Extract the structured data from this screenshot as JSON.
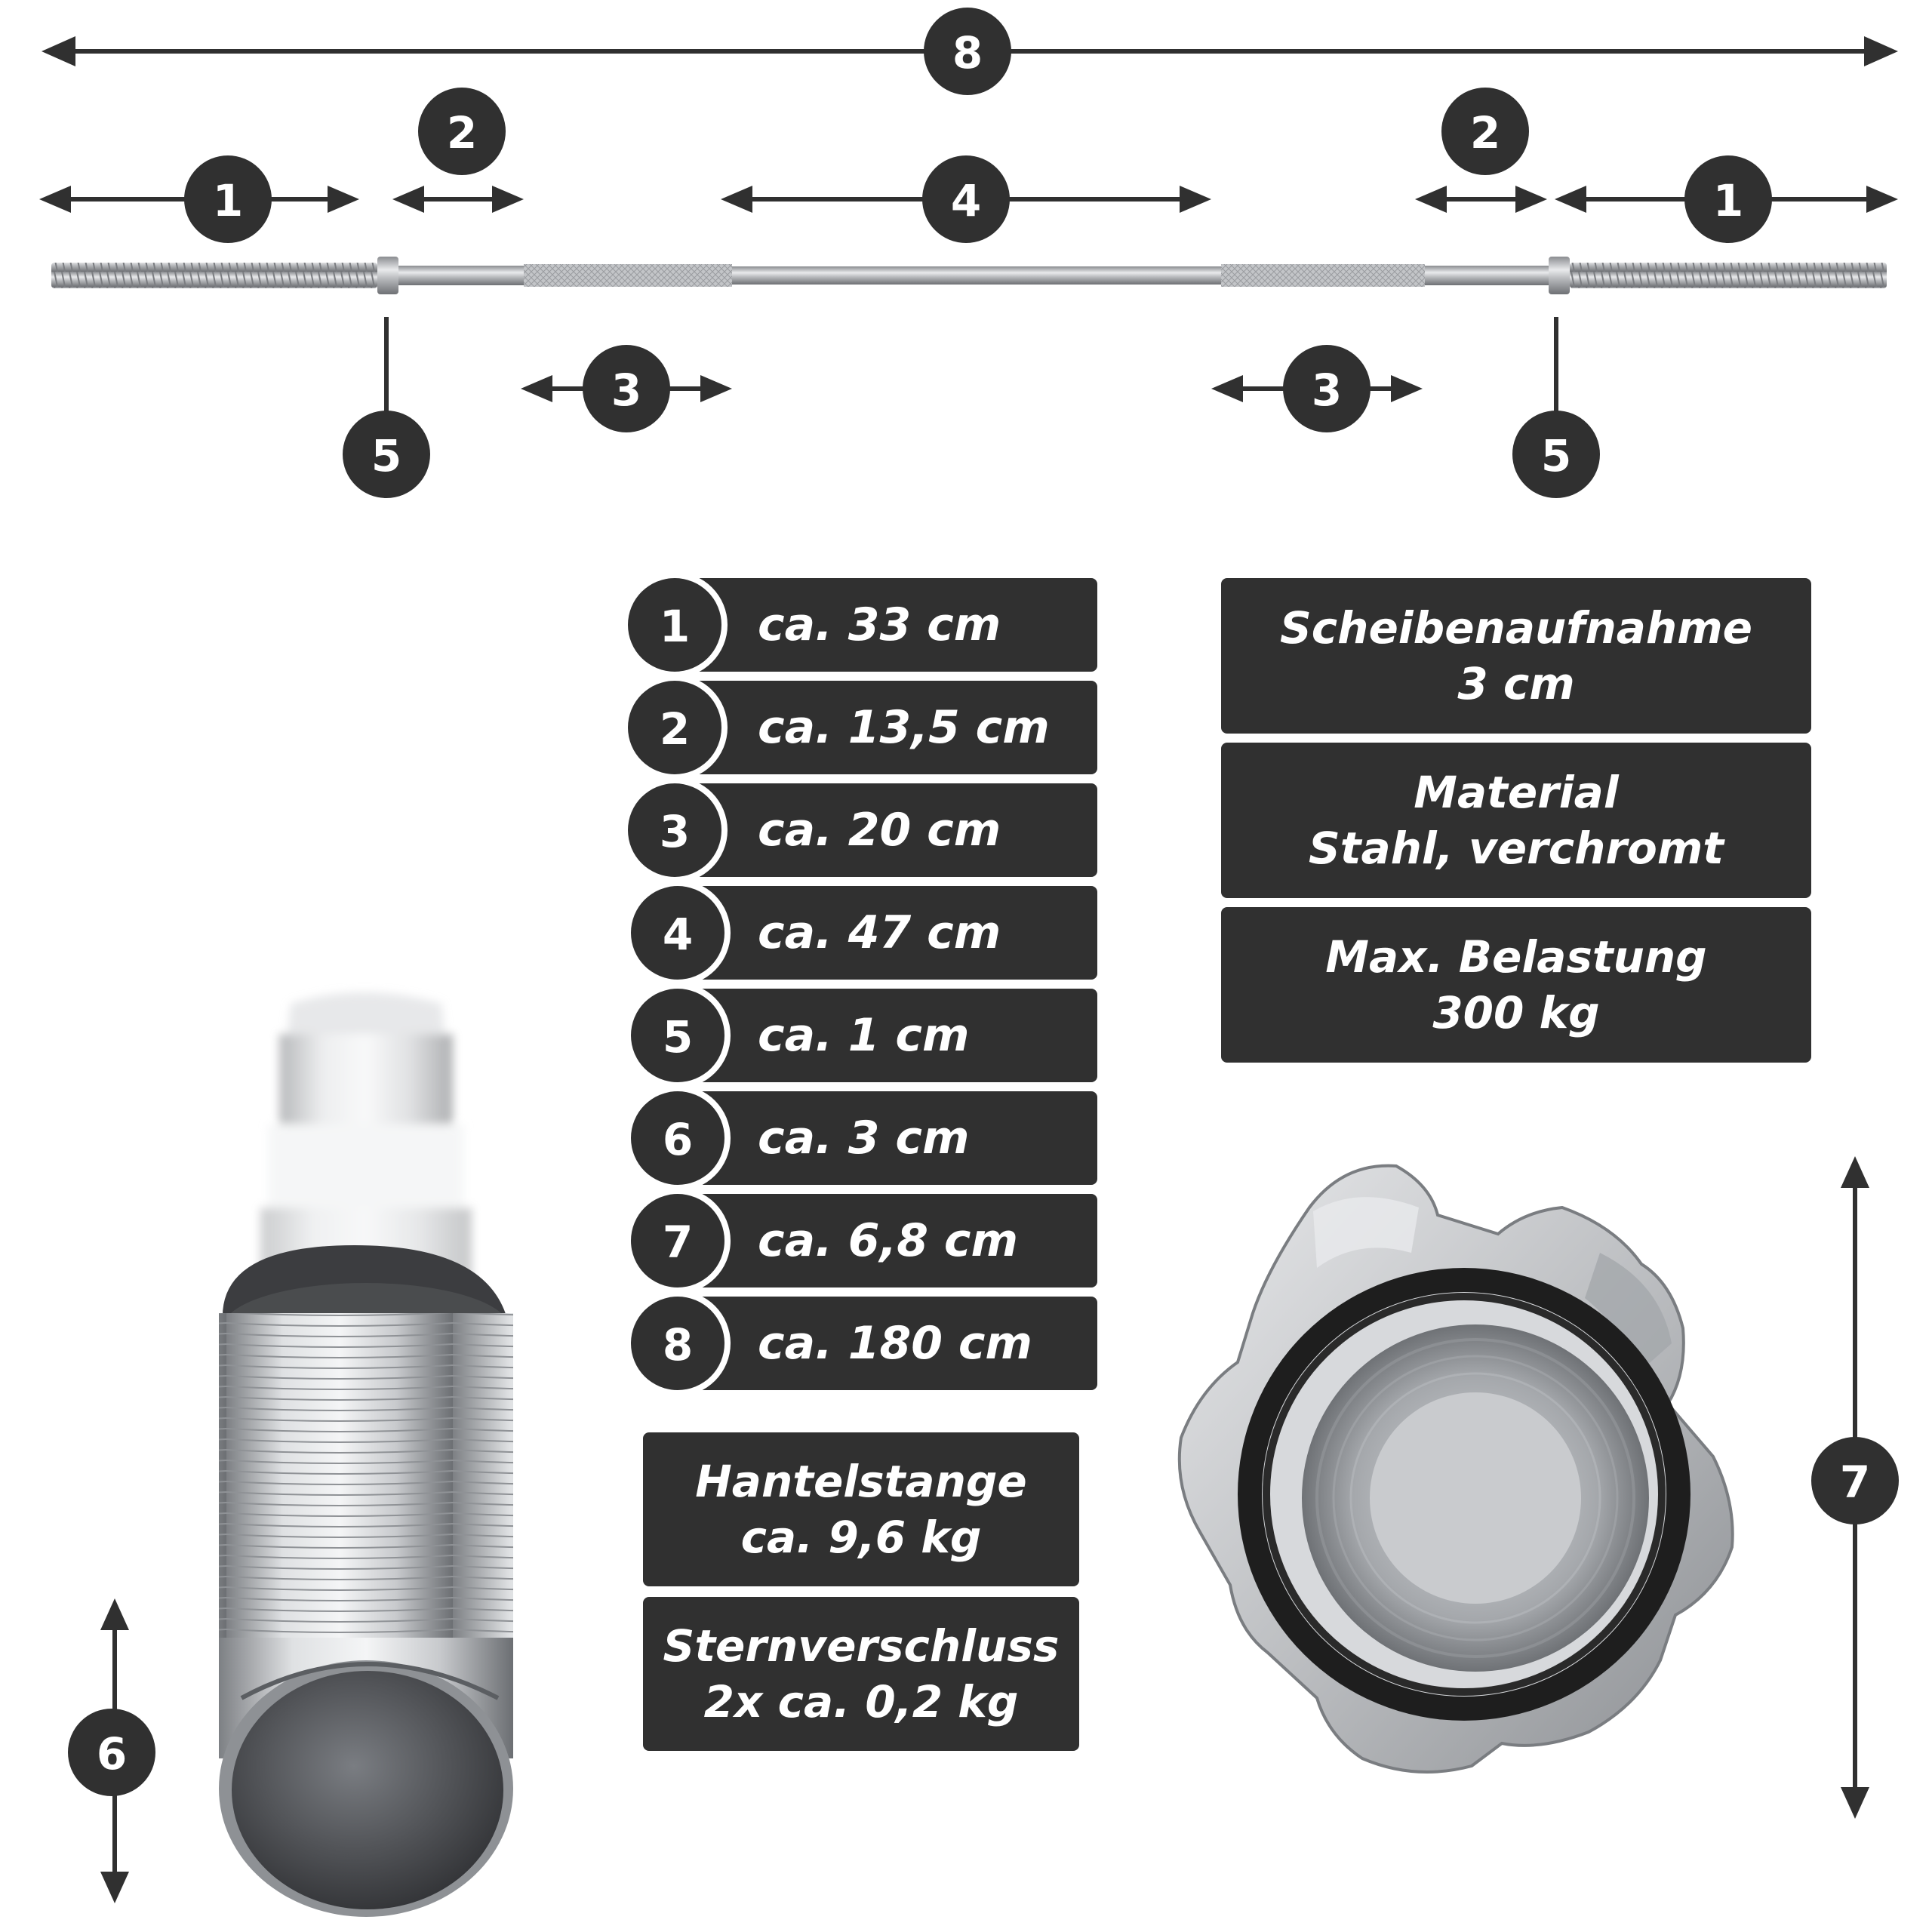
{
  "colors": {
    "dark": "#303030",
    "chrome": "#b7b9bc",
    "chrome_dark": "#7c7f83",
    "rubber": "#1e1e1e"
  },
  "markers": {
    "overall": "8",
    "sleeve_thread": "1",
    "sleeve_plain": "2",
    "knurl_section": "3",
    "center_section": "4",
    "collar_ring": "5",
    "diameter": "6",
    "collar_diameter": "7"
  },
  "legend": [
    {
      "num": "1",
      "text": "ca. 33 cm"
    },
    {
      "num": "2",
      "text": "ca. 13,5 cm"
    },
    {
      "num": "3",
      "text": "ca. 20 cm"
    },
    {
      "num": "4",
      "text": "ca. 47 cm"
    },
    {
      "num": "5",
      "text": "ca. 1 cm"
    },
    {
      "num": "6",
      "text": "ca. 3 cm"
    },
    {
      "num": "7",
      "text": "ca. 6,8 cm"
    },
    {
      "num": "8",
      "text": "ca. 180 cm"
    }
  ],
  "specs": {
    "plate_fit": {
      "line1": "Scheibenaufnahme",
      "line2": "3 cm"
    },
    "material": {
      "line1": "Material",
      "line2": "Stahl, verchromt"
    },
    "max_load": {
      "line1": "Max. Belastung",
      "line2": "300 kg"
    },
    "bar_weight": {
      "line1": "Hantelstange",
      "line2": "ca. 9,6 kg"
    },
    "collar_weight": {
      "line1": "Sternverschluss",
      "line2": "2x ca. 0,2 kg"
    }
  }
}
